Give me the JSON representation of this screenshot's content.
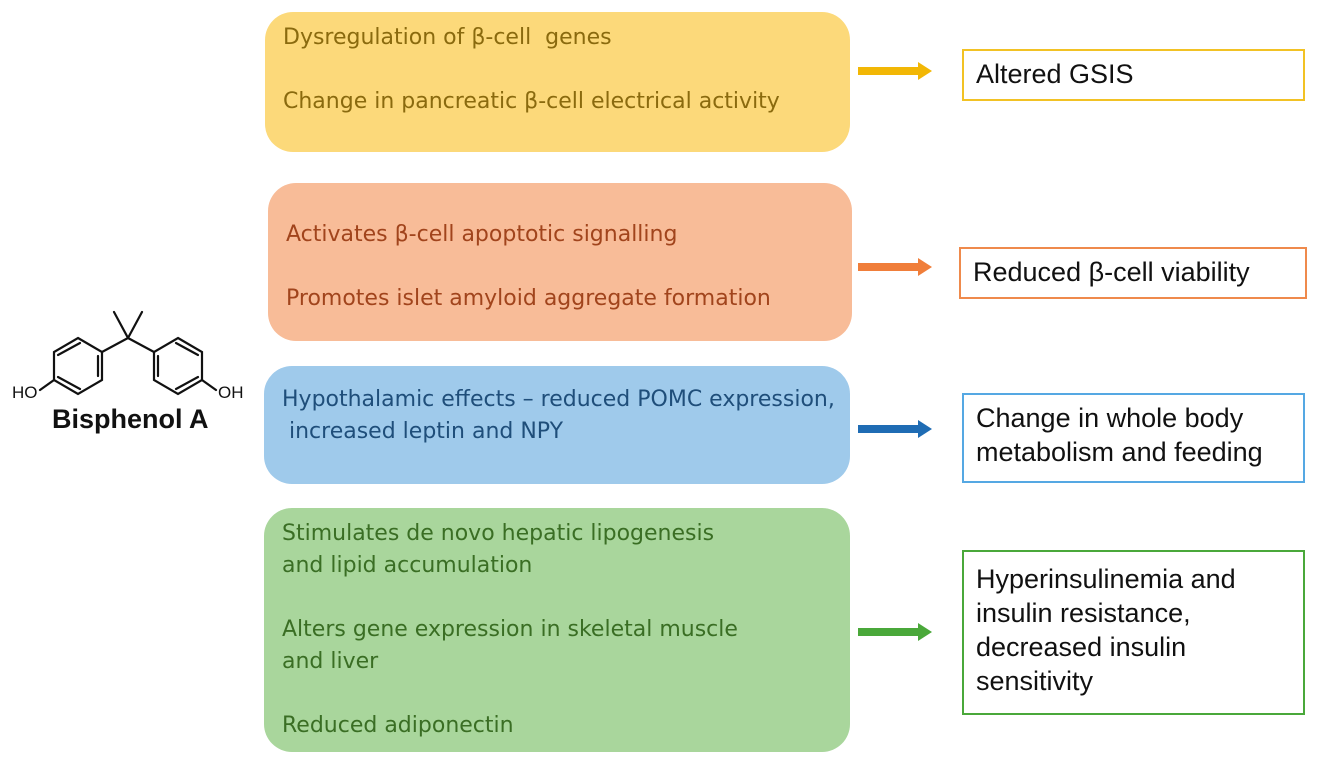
{
  "compound": {
    "name": "Bisphenol A",
    "oh_left": "HO",
    "oh_right": "OH"
  },
  "mechanisms": [
    {
      "lines": [
        "Dysregulation of β-cell  genes",
        "",
        "Change in pancreatic β-cell electrical activity"
      ],
      "color": "#fcd97a"
    },
    {
      "lines": [
        "Activates β-cell apoptotic signalling",
        "",
        "Promotes islet amyloid aggregate formation"
      ],
      "color": "#f8bc98"
    },
    {
      "lines": [
        "Hypothalamic effects – reduced POMC expression,",
        " increased leptin and NPY"
      ],
      "color": "#9fcaeb"
    },
    {
      "lines": [
        "Stimulates de novo hepatic lipogenesis",
        "and lipid accumulation",
        "",
        "Alters gene expression in skeletal muscle",
        "and liver",
        "",
        "Reduced adiponectin"
      ],
      "color": "#a9d69c"
    }
  ],
  "outcomes": [
    {
      "lines": [
        "Altered GSIS"
      ],
      "color": "#f2c224"
    },
    {
      "lines": [
        "Reduced β-cell viability"
      ],
      "color": "#ef8a4c"
    },
    {
      "lines": [
        "Change in whole body",
        "metabolism and feeding"
      ],
      "color": "#55a8e3"
    },
    {
      "lines": [
        "Hyperinsulinemia and",
        "insulin resistance,",
        "decreased insulin",
        "sensitivity"
      ],
      "color": "#4aa83a"
    }
  ],
  "arrow_colors": [
    "#f2b705",
    "#f07e3a",
    "#1f6cb4",
    "#4aa83a"
  ]
}
